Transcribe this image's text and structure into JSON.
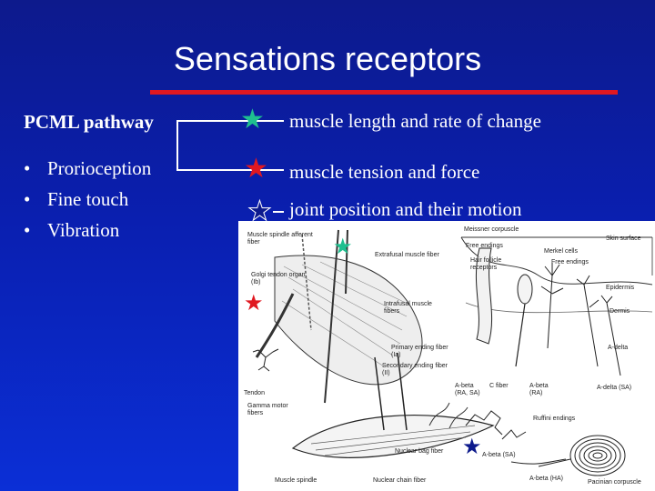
{
  "slide": {
    "title": "Sensations receptors",
    "pathway_heading": "PCML pathway",
    "bullets": [
      "Prorioception",
      "Fine touch",
      "Vibration"
    ],
    "receptor_descriptions": [
      {
        "text": "muscle length and rate of change",
        "star_color": "#1fbf8f"
      },
      {
        "text": "muscle tension and force",
        "star_color": "#e01820"
      },
      {
        "text": "joint position and their motion",
        "star_color": "#0d1a8c"
      }
    ],
    "colors": {
      "title_rule": "#e01820",
      "background": "#0a1fb0",
      "text": "#ffffff"
    }
  },
  "figure_labels": {
    "muscle_spindle_afferent": "Muscle spindle afferent fiber",
    "extrafusal": "Extrafusal muscle fiber",
    "golgi": "Golgi tendon organ (Ib)",
    "intrafusal": "Intrafusal muscle fibers",
    "primary_ending": "Primary ending fiber (Ia)",
    "secondary_ending": "Secondary ending fiber (II)",
    "tendon": "Tendon",
    "gamma": "Gamma motor fibers",
    "nuclear_bag": "Nuclear bag fiber",
    "nuclear_chain": "Nuclear chain fiber",
    "muscle_spindle": "Muscle spindle",
    "meissner": "Meissner corpuscle",
    "free_endings_top": "Free endings",
    "hair_follicle": "Hair follicle receptors",
    "merkel": "Merkel cells",
    "free_endings_right": "Free endings",
    "skin_surface": "Skin surface",
    "epidermis": "Epidermis",
    "dermis": "Dermis",
    "a_delta": "A-delta",
    "a_beta_ra_sa": "A-beta (RA, SA)",
    "c_fiber": "C fiber",
    "a_beta_ra": "A-beta (RA)",
    "a_delta_sa": "A-delta (SA)",
    "ruffini": "Ruffini endings",
    "a_beta_sa": "A-beta (SA)",
    "a_beta_ha": "A-beta (HA)",
    "pacinian": "Pacinian corpuscle"
  }
}
